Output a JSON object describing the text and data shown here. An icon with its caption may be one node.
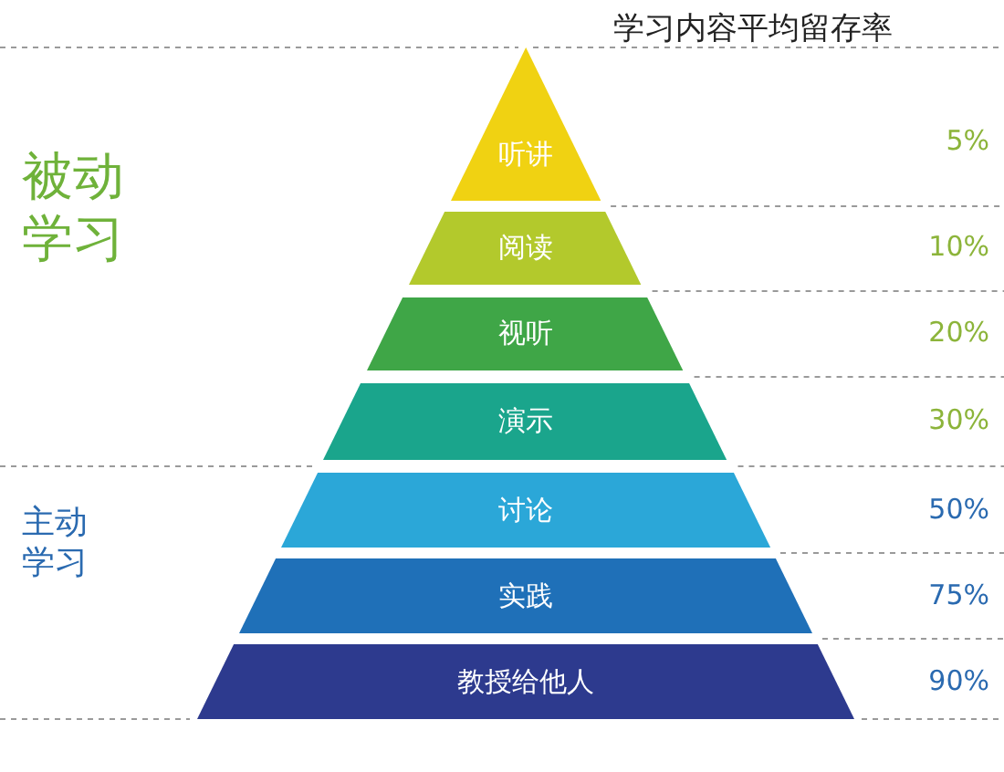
{
  "diagram": {
    "title": "学习内容平均留存率",
    "nodes": [
      {
        "text": [
          "听讲"
        ]
      },
      {
        "text": [
          "阅读"
        ]
      },
      {
        "text": [
          "视听"
        ]
      },
      {
        "text": [
          "演示"
        ]
      },
      {
        "text": [
          "讨论"
        ]
      },
      {
        "text": [
          "实践"
        ]
      },
      {
        "text": [
          "教授给他人"
        ]
      }
    ],
    "labels": [
      "5%",
      "被动学习",
      "10%",
      "20%",
      "30%",
      "50%",
      "主动学习",
      "75%",
      "90%"
    ]
  }
}
